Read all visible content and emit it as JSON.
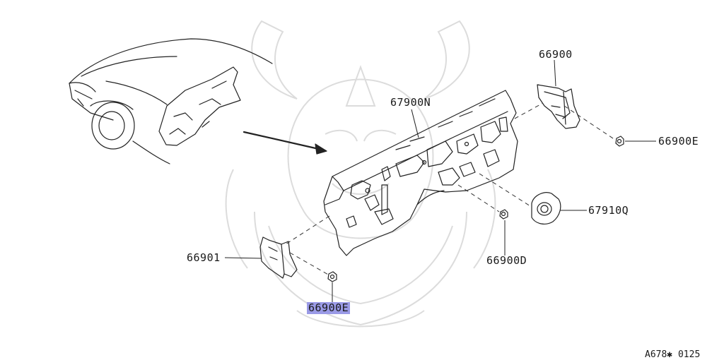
{
  "diagram": {
    "parts": [
      {
        "id": "p-66900",
        "label": "66900",
        "highlighted": false
      },
      {
        "id": "p-67900N",
        "label": "67900N",
        "highlighted": false
      },
      {
        "id": "p-66900E-right",
        "label": "66900E",
        "highlighted": false
      },
      {
        "id": "p-67910Q",
        "label": "67910Q",
        "highlighted": false
      },
      {
        "id": "p-66900D",
        "label": "66900D",
        "highlighted": false
      },
      {
        "id": "p-66901",
        "label": "66901",
        "highlighted": false
      },
      {
        "id": "p-66900E-bottom",
        "label": "66900E",
        "highlighted": true
      }
    ],
    "reference_code": "A678✱ 0125",
    "colors": {
      "line": "#222222",
      "highlight": "#9a9ae6",
      "watermark": "#d9d9d9"
    }
  }
}
